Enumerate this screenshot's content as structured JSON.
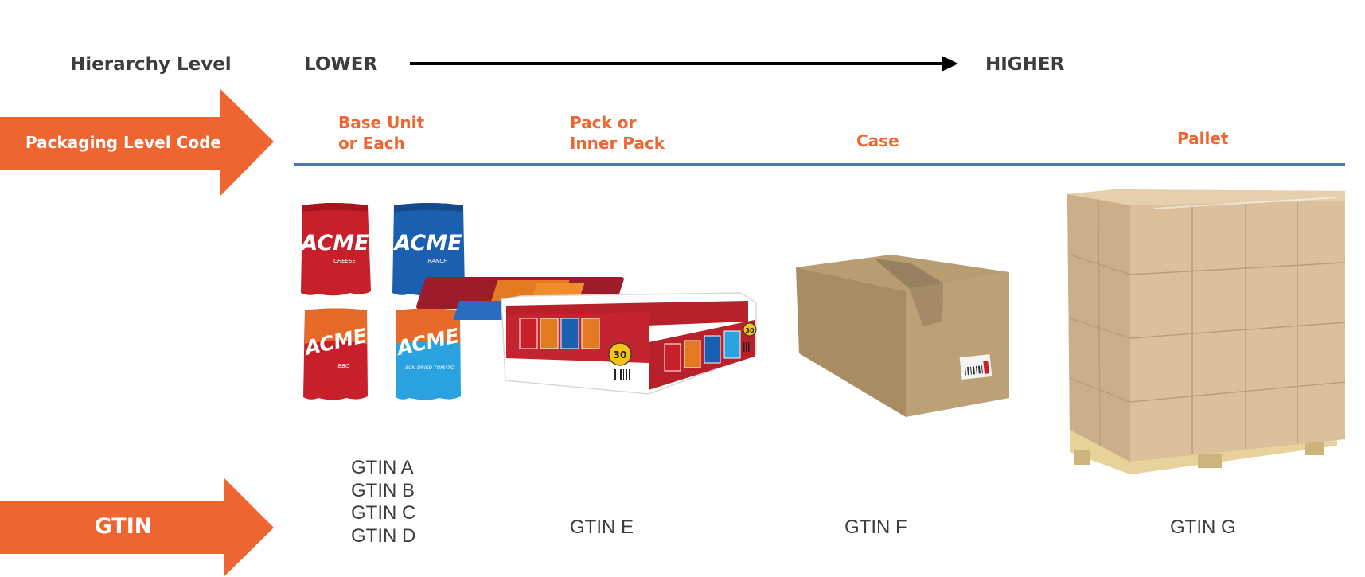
{
  "hierarchy": {
    "label": "Hierarchy Level",
    "lower": "LOWER",
    "higher": "HIGHER"
  },
  "packaging_level": {
    "label": "Packaging Level Code",
    "levels": [
      {
        "line1": "Base Unit",
        "line2": "or Each"
      },
      {
        "line1": "Pack or",
        "line2": "Inner Pack"
      },
      {
        "line1": "Case"
      },
      {
        "line1": "Pallet"
      }
    ]
  },
  "gtin": {
    "label": "GTIN",
    "base_units": [
      "GTIN A",
      "GTIN B",
      "GTIN C",
      "GTIN D"
    ],
    "pack": "GTIN E",
    "case": "GTIN F",
    "pallet": "GTIN G"
  },
  "products": {
    "brand": "ACME",
    "flavors": [
      "CHEESE",
      "RANCH",
      "BBQ",
      "SUN-DRIED TOMATO"
    ],
    "tray_count": "30"
  },
  "colors": {
    "accent": "#ef6532",
    "divider": "#4a72c4",
    "text": "#3d3d3d",
    "cardboard": "#c8aa82"
  }
}
